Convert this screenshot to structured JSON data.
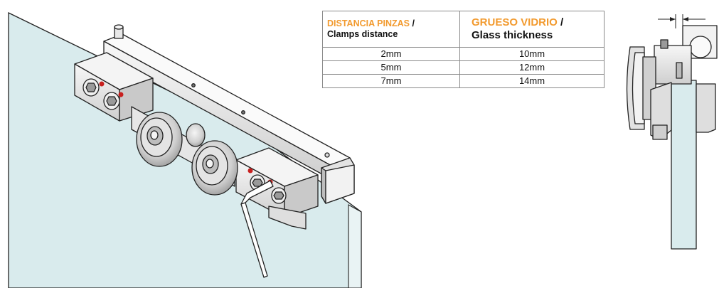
{
  "table": {
    "header": [
      {
        "highlight": "DISTANCIA PINZAS",
        "sep": " /",
        "sub": "Clamps distance"
      },
      {
        "highlight": "GRUESO VIDRIO",
        "sep": " /",
        "sub": "Glass thickness"
      }
    ],
    "rows": [
      [
        "2mm",
        "10mm"
      ],
      [
        "5mm",
        "12mm"
      ],
      [
        "7mm",
        "14mm"
      ]
    ]
  },
  "colors": {
    "accent_orange": "#f29a2e",
    "glass_fill": "#d9ebed",
    "marker_red": "#c8201f",
    "outline": "#222222"
  },
  "icons": [
    "hex-allen-key",
    "roller-wheel",
    "cap-screw"
  ]
}
